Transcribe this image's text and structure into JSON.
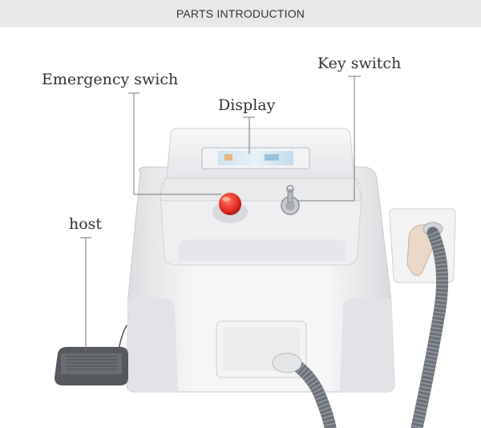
{
  "header": {
    "title": "PARTS INTRODUCTION"
  },
  "labels": {
    "emergency": "Emergency swich",
    "display": "Display",
    "key_switch": "Key switch",
    "host": "host"
  },
  "colors": {
    "header_bg": "#e8e8e8",
    "emergency_button": "#e8322a",
    "leader_line": "#777777",
    "hose": "#6b7078"
  }
}
